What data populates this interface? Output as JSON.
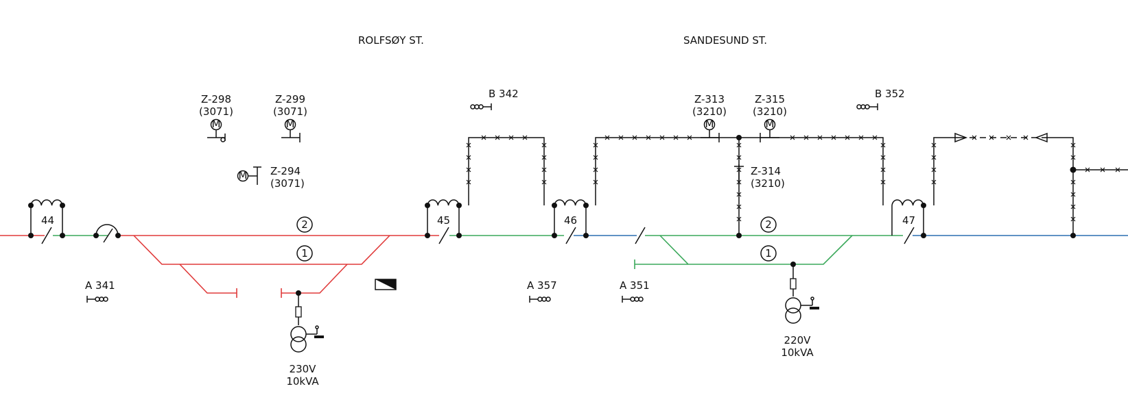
{
  "stations": {
    "rolfsoy": "ROLFSØY ST.",
    "sandesund": "SANDESUND ST."
  },
  "switches": {
    "z298": {
      "name": "Z-298",
      "code": "(3071)"
    },
    "z299": {
      "name": "Z-299",
      "code": "(3071)"
    },
    "z294": {
      "name": "Z-294",
      "code": "(3071)"
    },
    "z313": {
      "name": "Z-313",
      "code": "(3210)"
    },
    "z315": {
      "name": "Z-315",
      "code": "(3210)"
    },
    "z314": {
      "name": "Z-314",
      "code": "(3210)"
    }
  },
  "booster_labels": {
    "b342": "B 342",
    "b352": "B 352",
    "a341": "A 341",
    "a357": "A 357",
    "a351": "A 351"
  },
  "section_numbers": {
    "s44": "44",
    "s45": "45",
    "s46": "46",
    "s47": "47"
  },
  "tracks": {
    "rolfsoy_2": "2",
    "rolfsoy_1": "1",
    "sandesund_2": "2",
    "sandesund_1": "1"
  },
  "transformers": {
    "rolfsoy": {
      "voltage": "230V",
      "power": "10kVA"
    },
    "sandesund": {
      "voltage": "220V",
      "power": "10kVA"
    }
  },
  "colors": {
    "red_section": "#e03a3a",
    "green_section": "#3aa85a",
    "blue_section": "#2a6fb0",
    "feeder": "#111111"
  },
  "icon_names": [
    "motor-icon",
    "disconnector-icon",
    "booster-transformer-icon",
    "power-transformer-icon",
    "ground-icon",
    "fuse-icon",
    "phase-break-icon",
    "section-insulator-icon",
    "signal-box-icon"
  ]
}
